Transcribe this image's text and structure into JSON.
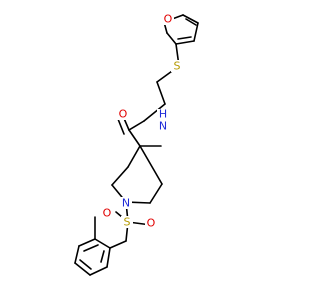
{
  "molecule": {
    "atoms": {
      "furan_oxygen": "O",
      "sulfide_sulfur": "S",
      "amide_oxygen": "O",
      "amide_nitrogen": "N",
      "amide_hydrogen": "H",
      "piperidine_nitrogen": "N",
      "sulfonyl_sulfur": "S",
      "sulfonyl_oxygen_left": "O",
      "sulfonyl_oxygen_right": "O"
    },
    "colors": {
      "carbon_bonds": "#000000",
      "oxygen": "#e10000",
      "nitrogen": "#1f2bd8",
      "sulfur": "#b59a00"
    }
  }
}
